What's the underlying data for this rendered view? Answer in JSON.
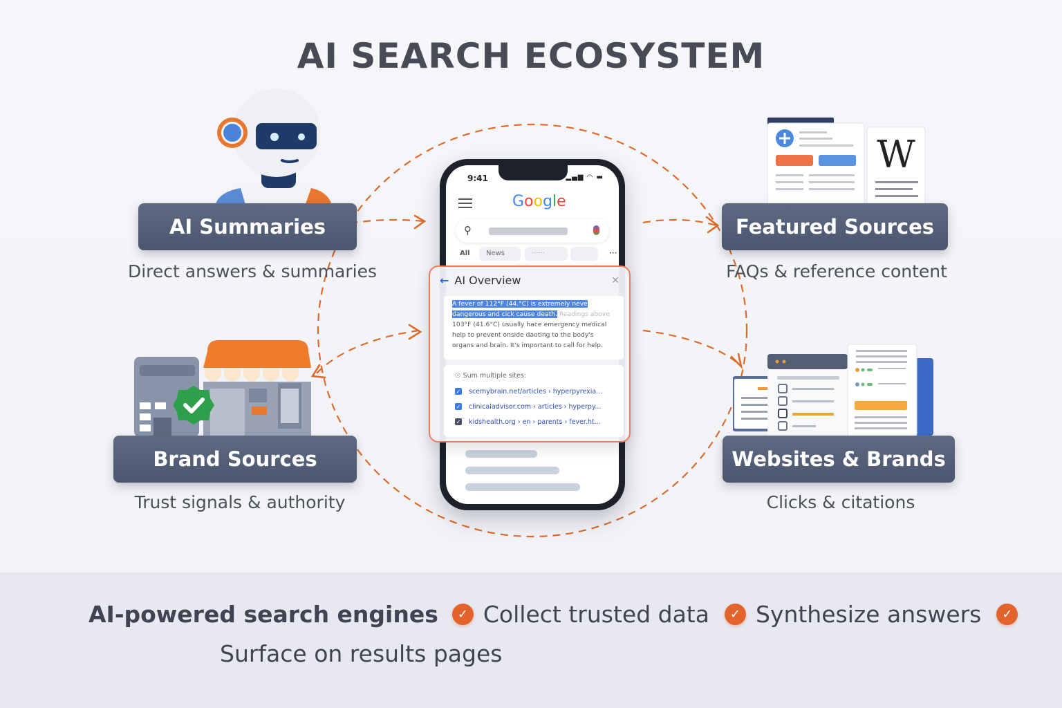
{
  "title": "AI SEARCH ECOSYSTEM",
  "nodes": {
    "ai_summaries": {
      "label": "AI Summaries",
      "sub": "Direct answers & summaries",
      "icon": "robot-icon"
    },
    "featured_sources": {
      "label": "Featured Sources",
      "sub": "FAQs & reference content",
      "icon": "documents-wikipedia-icon"
    },
    "brand_sources": {
      "label": "Brand Sources",
      "sub": "Trust signals & authority",
      "icon": "storefront-verified-icon"
    },
    "websites_brands": {
      "label": "Websites & Brands",
      "sub": "Clicks & citations",
      "icon": "browser-windows-icon"
    }
  },
  "phone": {
    "time": "9:41",
    "status_icons": "▂▄▆ ◠ ▬",
    "logo": [
      "G",
      "o",
      "o",
      "g",
      "l",
      "e"
    ],
    "logo_colors": [
      "#4285f4",
      "#ea4335",
      "#fbbc05",
      "#4285f4",
      "#34a853",
      "#ea4335"
    ],
    "tabs": [
      "All",
      "News",
      "······"
    ],
    "more": "···",
    "ai_overview": {
      "title": "AI Overview",
      "text_highlight": "A fever of 112°F (44.°C) is extremely neve dangerous and cick cause death.",
      "text_faded": " Readings above",
      "text_rest": "103°F (41.6°C) usually hace emergency medical help to prevent onside daoting to the body's organs and brain. It's important to call for help.",
      "sources_heading": "Sum multiple sites:",
      "sources": [
        "scemybrain.net/articles › hyperpyrexia...",
        "clinicaladvisor.com › articles › hyperpy...",
        "kidshealth.org › en › parents › fever.ht..."
      ]
    }
  },
  "footer": {
    "lead": "AI-powered search engines",
    "items": [
      "Collect trusted data",
      "Synthesize answers"
    ],
    "last": "Surface on results pages"
  },
  "colors": {
    "accent": "#e2632b",
    "label_bg": "#56617a",
    "highlight": "#4d86e0",
    "card_border": "#ee7a5b"
  }
}
